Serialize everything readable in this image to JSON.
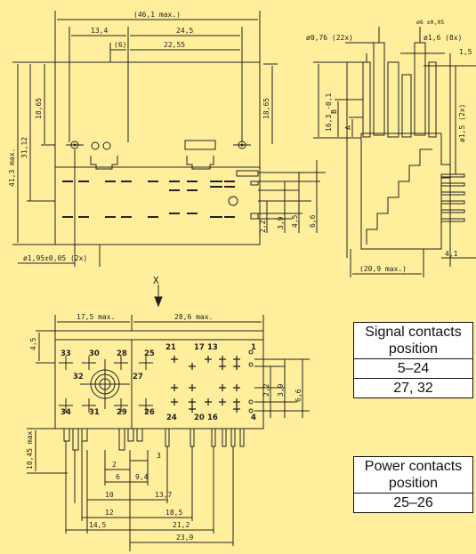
{
  "front_view": {
    "overall_width": "(46,1 max.)",
    "dim_134": "13,4",
    "dim_245": "24,5",
    "dim_6": "(6)",
    "dim_2255": "22,55",
    "overall_height": "41,3 max.",
    "dim_3112": "31,12",
    "dim_1865_left": "18,65",
    "dim_1865_right": "18,65",
    "dim_22": "2,2",
    "dim_39": "3,9",
    "dim_45": "4,5",
    "dim_66": "6,6",
    "hole_dia": "ø1,95±0,05 (2x)"
  },
  "side_view": {
    "pin_dia_small": "ø0,76 (22x)",
    "pin_dia_large": "ø1,6 (8x)",
    "pin_dia_6": "ø6 ±0,05",
    "dim_15": "1,5",
    "height": "16,3 -0,1",
    "label_b": "B",
    "label_a": "A",
    "hole_2x": "ø1,5 (2x)",
    "depth": "(20,9 max.)",
    "dim_41": "4,1"
  },
  "view_label": "X",
  "bottom_view": {
    "width_left": "17,5 max.",
    "width_right": "28,6 max.",
    "dim_45": "4,5",
    "dim_22": "2,2",
    "dim_39": "3,9",
    "dim_66": "6,6",
    "height_max": "10,45 max.",
    "dims": [
      "2",
      "3",
      "6",
      "9,4",
      "10",
      "13,7",
      "12",
      "18,5",
      "14,5",
      "21,2",
      "23,9"
    ],
    "pin_numbers": [
      "21",
      "17",
      "13",
      "1",
      "33",
      "30",
      "28",
      "25",
      "32",
      "27",
      "34",
      "31",
      "29",
      "26",
      "24",
      "20",
      "16",
      "4"
    ]
  },
  "signal_table": {
    "header": "Signal contacts position",
    "rows": [
      "5–24",
      "27, 32"
    ]
  },
  "power_table": {
    "header": "Power contacts position",
    "rows": [
      "25–26"
    ]
  }
}
